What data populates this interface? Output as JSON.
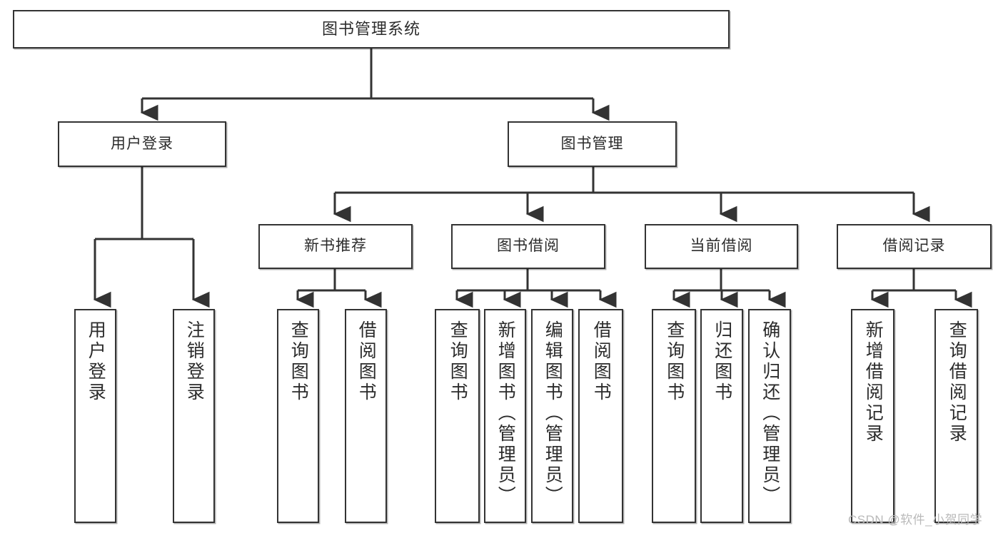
{
  "diagram": {
    "title": "图书管理系统",
    "type": "tree-hierarchy-diagram",
    "watermark": "CSDN @软件_小贺同学",
    "colors": {
      "box_border": "#333333",
      "box_fill": "#ffffff",
      "edge": "#333333",
      "text": "#2b2b2b",
      "watermark": "#b9b9b9"
    },
    "nodes": {
      "root": {
        "label": "图书管理系统"
      },
      "level2": [
        {
          "id": "user-login",
          "label": "用户登录"
        },
        {
          "id": "book-manage",
          "label": "图书管理"
        }
      ],
      "level3": [
        {
          "id": "new-book-recommend",
          "label": "新书推荐"
        },
        {
          "id": "book-borrow",
          "label": "图书借阅"
        },
        {
          "id": "current-borrow",
          "label": "当前借阅"
        },
        {
          "id": "borrow-record",
          "label": "借阅记录"
        }
      ],
      "leaves": {
        "user-login": [
          {
            "id": "leaf-user-login",
            "label": "用户登录"
          },
          {
            "id": "leaf-logout-login",
            "label": "注销登录"
          }
        ],
        "new-book-recommend": [
          {
            "id": "leaf-query-book-1",
            "label": "查询图书"
          },
          {
            "id": "leaf-borrow-book-1",
            "label": "借阅图书"
          }
        ],
        "book-borrow": [
          {
            "id": "leaf-query-book-2",
            "label": "查询图书"
          },
          {
            "id": "leaf-add-book-admin",
            "label": "新增图书（管理员）"
          },
          {
            "id": "leaf-edit-book-admin",
            "label": "编辑图书（管理员）"
          },
          {
            "id": "leaf-borrow-book-2",
            "label": "借阅图书"
          }
        ],
        "current-borrow": [
          {
            "id": "leaf-query-book-3",
            "label": "查询图书"
          },
          {
            "id": "leaf-return-book",
            "label": "归还图书"
          },
          {
            "id": "leaf-confirm-return-admin",
            "label": "确认归还（管理员）"
          }
        ],
        "borrow-record": [
          {
            "id": "leaf-add-borrow-record",
            "label": "新增借阅记录"
          },
          {
            "id": "leaf-query-borrow-record",
            "label": "查询借阅记录"
          }
        ]
      }
    }
  }
}
